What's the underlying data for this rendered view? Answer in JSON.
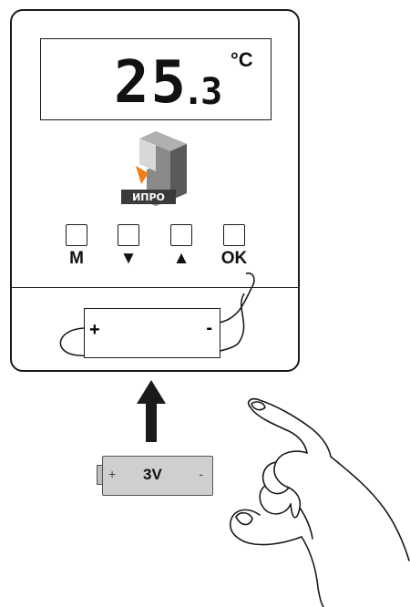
{
  "display": {
    "integer": "25",
    "dot": ".",
    "decimal": "3",
    "unit": "°C"
  },
  "logo": {
    "text": "ИПРО",
    "icon": "house-cube-logo",
    "accent_color": "#f07f1a",
    "box_color": "#4a4a4a"
  },
  "buttons": [
    {
      "label": "M",
      "name": "mode"
    },
    {
      "label": "▼",
      "name": "down"
    },
    {
      "label": "▲",
      "name": "up"
    },
    {
      "label": "OK",
      "name": "ok"
    }
  ],
  "battery_slot": {
    "plus": "+",
    "minus": "-"
  },
  "battery": {
    "plus": "+",
    "voltage": "3V",
    "minus": "-",
    "color": "#cfcfcf"
  },
  "icons": {
    "arrow": "up-arrow-icon",
    "hand": "hand-icon"
  }
}
